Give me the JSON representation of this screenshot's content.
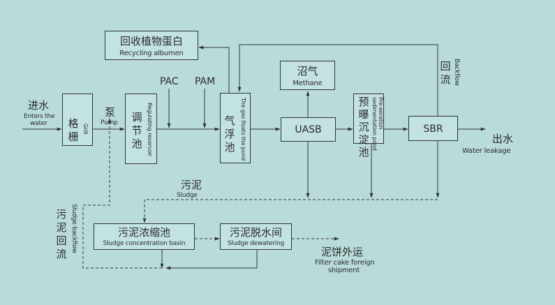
{
  "colors": {
    "background": "#b9dcdb",
    "box_fill": "#c3e3e2",
    "line": "#333333"
  },
  "inlet": {
    "cn": "进水",
    "en1": "Enters the",
    "en2": "water"
  },
  "grille": {
    "cn1": "格",
    "cn2": "栅",
    "en": "Grill"
  },
  "pump": {
    "cn": "泵",
    "en": "Pump"
  },
  "regulating": {
    "cn1": "调",
    "cn2": "节",
    "cn3": "池",
    "en": "Regulating reservoir"
  },
  "pac": "PAC",
  "pam": "PAM",
  "flotation": {
    "cn1": "气",
    "cn2": "浮",
    "cn3": "池",
    "en": "The gas floats the pond"
  },
  "albumen": {
    "cn": "回收植物蛋白",
    "en": "Recycling albumen"
  },
  "uasb": "UASB",
  "methane": {
    "cn": "沼气",
    "en": "Methane"
  },
  "presed": {
    "cn1": "预",
    "cn2": "曝",
    "cn3": "沉",
    "cn4": "淀",
    "cn5": "池",
    "en1": "Pre-aeration",
    "en2": "sedimentation pond"
  },
  "sbr": "SBR",
  "backflow": {
    "cn1": "回",
    "cn2": "流",
    "en": "Backflow"
  },
  "outlet": {
    "cn": "出水",
    "en": "Water leakage"
  },
  "sludge": {
    "cn": "污泥",
    "en": "Sludge"
  },
  "sludge_backflow": {
    "cn1": "污",
    "cn2": "泥",
    "cn3": "回",
    "cn4": "流",
    "en": "Sludge backflow"
  },
  "concentration": {
    "cn": "污泥浓缩池",
    "en": "Sludge concentration basin"
  },
  "dewatering": {
    "cn": "污泥脱水间",
    "en": "Sludge dewatering"
  },
  "cake": {
    "cn": "泥饼外运",
    "en1": "Filter cake foreign",
    "en2": "shipment"
  }
}
